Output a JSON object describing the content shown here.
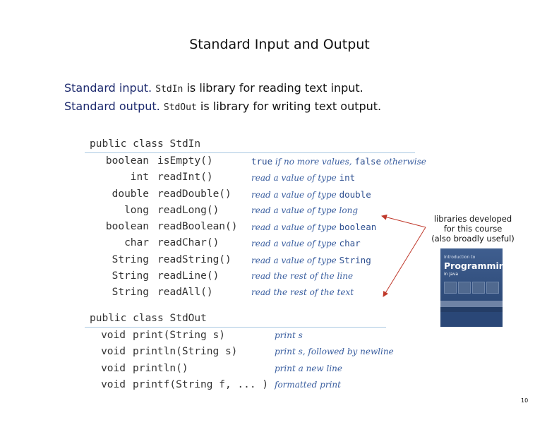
{
  "slide": {
    "title": "Standard Input and Output",
    "page_number": "10"
  },
  "intro": {
    "line1": {
      "label": "Standard input.",
      "code": "StdIn",
      "text": "is library for reading text input."
    },
    "line2": {
      "label": "Standard output.",
      "code": "StdOut",
      "text": "is library for writing text output."
    }
  },
  "stdin_api": {
    "header": "public class StdIn",
    "rows": [
      {
        "type": "boolean",
        "method": "isEmpty()",
        "desc_parts": [
          {
            "kw": "true"
          },
          {
            "t": " if no more values, "
          },
          {
            "kw": "false"
          },
          {
            "t": " otherwise"
          }
        ]
      },
      {
        "type": "int",
        "method": "readInt()",
        "desc_parts": [
          {
            "t": "read a value of type "
          },
          {
            "kw": "int"
          }
        ]
      },
      {
        "type": "double",
        "method": "readDouble()",
        "desc_parts": [
          {
            "t": "read a value of type "
          },
          {
            "kw": "double"
          }
        ]
      },
      {
        "type": "long",
        "method": "readLong()",
        "desc_parts": [
          {
            "t": "read a value of type long"
          }
        ]
      },
      {
        "type": "boolean",
        "method": "readBoolean()",
        "desc_parts": [
          {
            "t": "read a value of type "
          },
          {
            "kw": "boolean"
          }
        ]
      },
      {
        "type": "char",
        "method": "readChar()",
        "desc_parts": [
          {
            "t": "read a value of type "
          },
          {
            "kw": "char"
          }
        ]
      },
      {
        "type": "String",
        "method": "readString()",
        "desc_parts": [
          {
            "t": "read a value of type "
          },
          {
            "kw": "String"
          }
        ]
      },
      {
        "type": "String",
        "method": "readLine()",
        "desc_parts": [
          {
            "t": "read the rest of the line"
          }
        ]
      },
      {
        "type": "String",
        "method": "readAll()",
        "desc_parts": [
          {
            "t": "read the rest of the text"
          }
        ]
      }
    ]
  },
  "stdout_api": {
    "header": "public class StdOut",
    "rows": [
      {
        "type": "void",
        "method": "print(String s)",
        "desc_parts": [
          {
            "t": "print s"
          }
        ]
      },
      {
        "type": "void",
        "method": "println(String s)",
        "desc_parts": [
          {
            "t": "print s, followed by newline"
          }
        ]
      },
      {
        "type": "void",
        "method": "println()",
        "desc_parts": [
          {
            "t": "print a new line"
          }
        ]
      },
      {
        "type": "void",
        "method": "printf(String f, ... )",
        "desc_parts": [
          {
            "t": "formatted print"
          }
        ]
      }
    ]
  },
  "note": {
    "lines": [
      "libraries developed",
      "for this course",
      "(also broadly useful)"
    ]
  },
  "book": {
    "small_text": "Introduction to",
    "title": "Programming",
    "subtitle": "in Java"
  },
  "colors": {
    "intro_text": "#1d2a6e",
    "description": "#3b5fa0",
    "rule": "#a9c8e2",
    "arrow": "#c0392b",
    "book": "#2a4777"
  }
}
